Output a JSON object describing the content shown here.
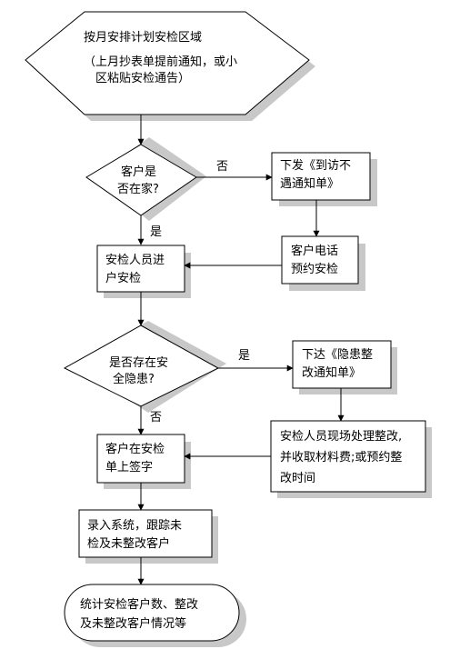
{
  "nodes": {
    "start": {
      "lines": [
        "按月安排计划安检区域",
        "（上月抄表单提前通知，或小",
        "区粘贴安检通告）"
      ]
    },
    "d1": {
      "lines": [
        "客户是",
        "否在家?"
      ]
    },
    "notice1": {
      "lines": [
        "下发《到访不",
        "遇通知单》"
      ]
    },
    "appoint": {
      "lines": [
        "客户电话",
        "预约安检"
      ]
    },
    "enter": {
      "lines": [
        "安检人员进",
        "户安检"
      ]
    },
    "d2": {
      "lines": [
        "是否存在安",
        "全隐患?"
      ]
    },
    "notice2": {
      "lines": [
        "下达《隐患整",
        "改通知单》"
      ]
    },
    "fix": {
      "lines": [
        "安检人员现场处理整改,",
        "并收取材料费;或预约整",
        "改时间"
      ]
    },
    "sign": {
      "lines": [
        "客户在安检",
        "单上签字"
      ]
    },
    "record": {
      "lines": [
        "录入系统，跟踪未",
        "检及未整改客户"
      ]
    },
    "end": {
      "lines": [
        "统计安检客户数、整改",
        "及未整改客户情况等"
      ]
    }
  },
  "labels": {
    "d1_no": "否",
    "d1_yes": "是",
    "d2_yes": "是",
    "d2_no": "否"
  }
}
